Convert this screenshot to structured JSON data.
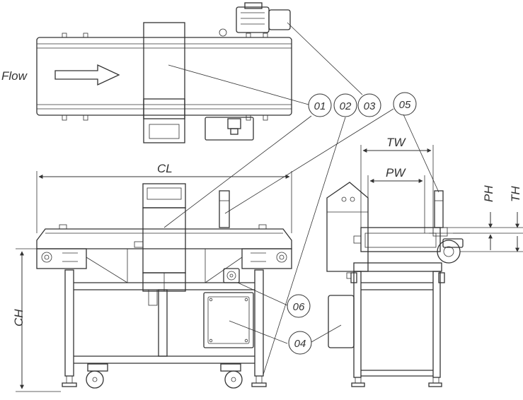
{
  "labels": {
    "flow": "Flow",
    "cl": "CL",
    "ch": "CH",
    "tw": "TW",
    "pw": "PW",
    "ph": "PH",
    "th": "TH"
  },
  "callouts": {
    "c01": "01",
    "c02": "02",
    "c03": "03",
    "c05": "05",
    "c06": "06",
    "c04": "04"
  }
}
